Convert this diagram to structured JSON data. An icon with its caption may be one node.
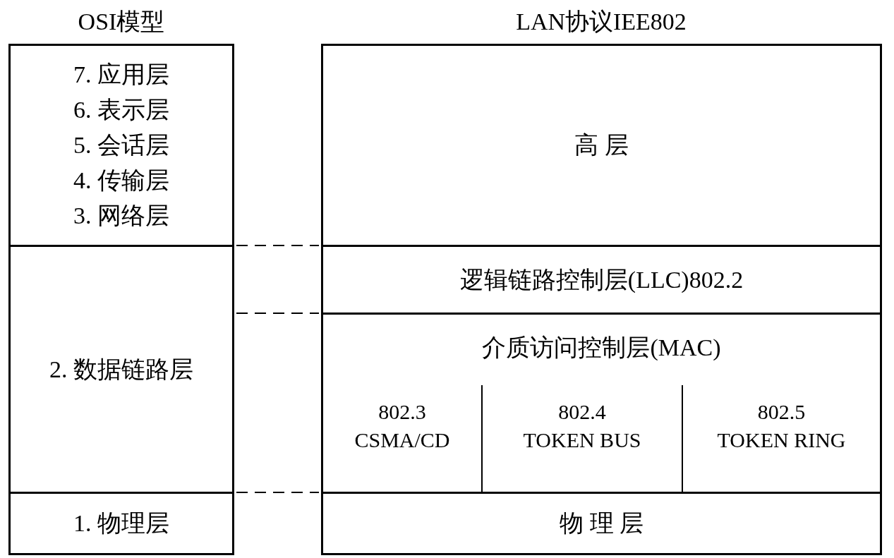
{
  "diagram": {
    "nodes": [
      {
        "text": [
          "7. 应用层",
          "6. 表示层",
          "5. 会话层",
          "4. 传输层",
          "3. 网络层"
        ]
      },
      {
        "text": [
          "2. 数据链路层"
        ]
      },
      {
        "text": [
          "1. 物理层"
        ]
      },
      {
        "text": [
          "高 层"
        ]
      },
      {
        "text": [
          "逻辑链路控制层(LLC)802.2"
        ]
      },
      {
        "text": [
          "介质访问控制层(MAC)"
        ]
      },
      {
        "text": [
          "802.3",
          "CSMA/CD"
        ],
        "in": 5
      },
      {
        "text": [
          "802.4",
          "TOKEN BUS"
        ],
        "in": 5
      },
      {
        "text": [
          "802.5",
          "TOKEN RING"
        ],
        "in": 5
      },
      {
        "text": [
          "物 理 层"
        ]
      }
    ],
    "labels": [
      "OSI模型",
      "LAN协议IEE802"
    ]
  }
}
